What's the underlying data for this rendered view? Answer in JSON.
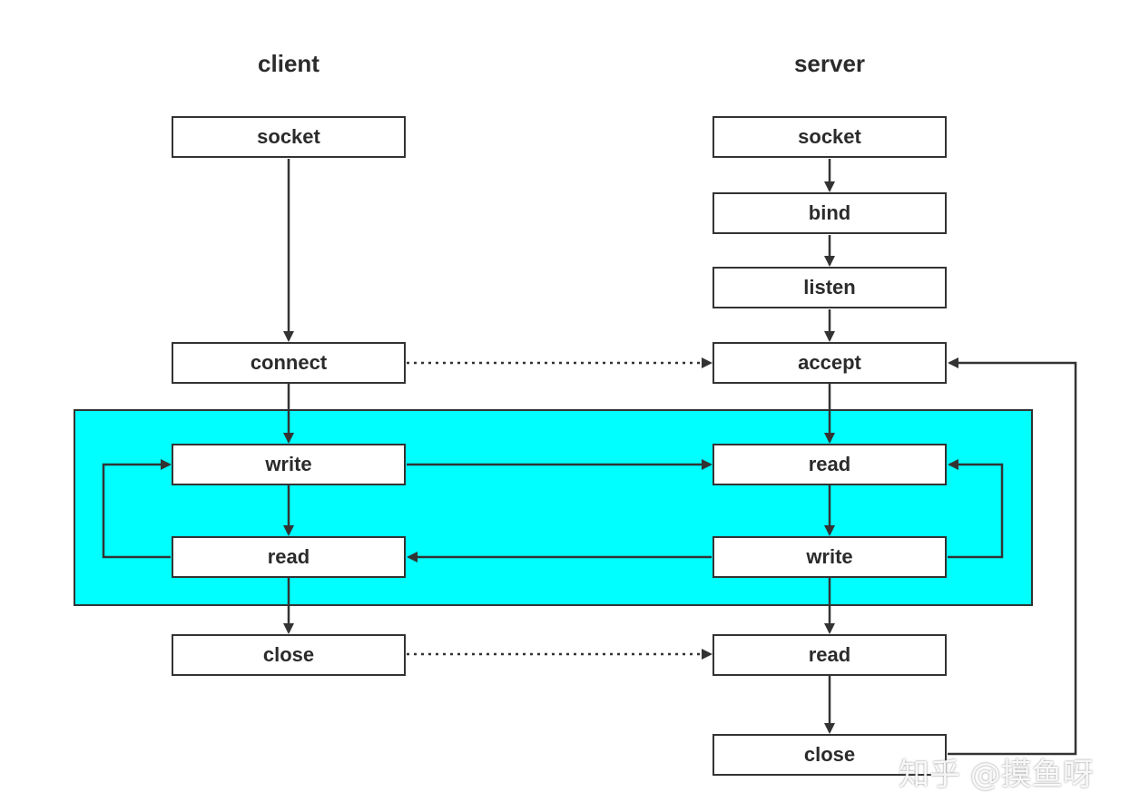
{
  "columns": {
    "client": {
      "title": "client",
      "nodes": [
        "socket",
        "connect",
        "write",
        "read",
        "close"
      ]
    },
    "server": {
      "title": "server",
      "nodes": [
        "socket",
        "bind",
        "listen",
        "accept",
        "read",
        "write",
        "read",
        "close"
      ]
    }
  },
  "colors": {
    "panel": "#00ffff",
    "stroke": "#333333",
    "text": "#2b2b2b"
  },
  "watermark": "知乎 @摸鱼呀"
}
